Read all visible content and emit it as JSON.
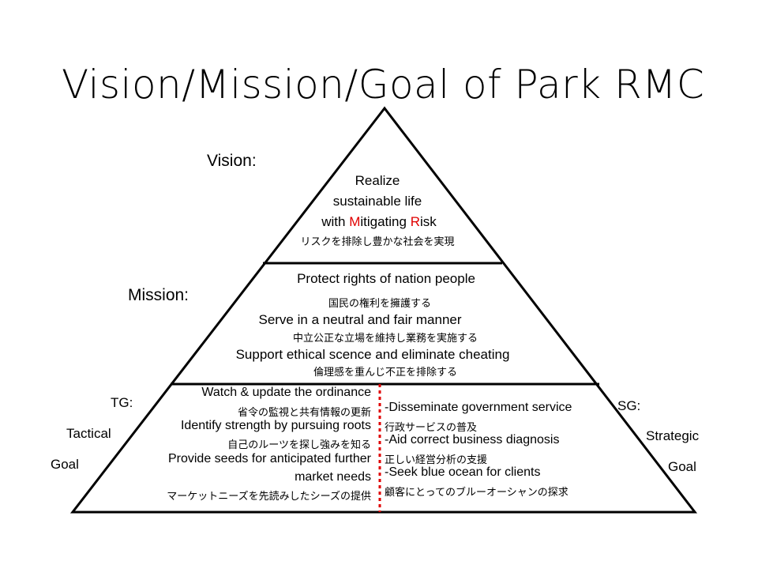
{
  "title": "Vision/Mission/Goal of Park RMC",
  "colors": {
    "accent": "#e00000",
    "divider": "#e00000"
  },
  "labels": {
    "vision": "Vision:",
    "mission": "Mission:",
    "tg": "TG:",
    "tactical": "Tactical",
    "goal_left": "Goal",
    "sg": "SG:",
    "strategic": "Strategic",
    "goal_right": "Goal"
  },
  "vision": {
    "line1": "Realize",
    "line2": "sustainable life",
    "line3_pre": "with ",
    "line3_m": "M",
    "line3_mid": "itigating ",
    "line3_r": "R",
    "line3_post": "isk",
    "jp": "リスクを排除し豊かな社会を実現"
  },
  "mission": [
    {
      "en": "Protect rights of nation people",
      "jp": "国民の権利を擁護する"
    },
    {
      "en": "Serve in a neutral and fair manner",
      "jp": "中立公正な立場を維持し業務を実施する"
    },
    {
      "en": "Support ethical scence and eliminate cheating",
      "jp": "倫理感を重んじ不正を排除する"
    }
  ],
  "tactical_goals": [
    {
      "en": "Watch & update the ordinance",
      "jp": "省令の監視と共有情報の更新"
    },
    {
      "en": "Identify strength by pursuing roots",
      "jp": "自己のルーツを探し強みを知る"
    },
    {
      "en": "Provide seeds for anticipated further",
      "en2": "market needs",
      "jp": "マーケットニーズを先読みしたシーズの提供"
    }
  ],
  "strategic_goals": [
    {
      "en": "-Disseminate government service",
      "jp": "行政サービスの普及"
    },
    {
      "en": "-Aid correct business diagnosis",
      "jp": "正しい経営分析の支援"
    },
    {
      "en": "-Seek blue ocean for clients",
      "jp": "顧客にとってのブルーオーシャンの探求"
    }
  ]
}
